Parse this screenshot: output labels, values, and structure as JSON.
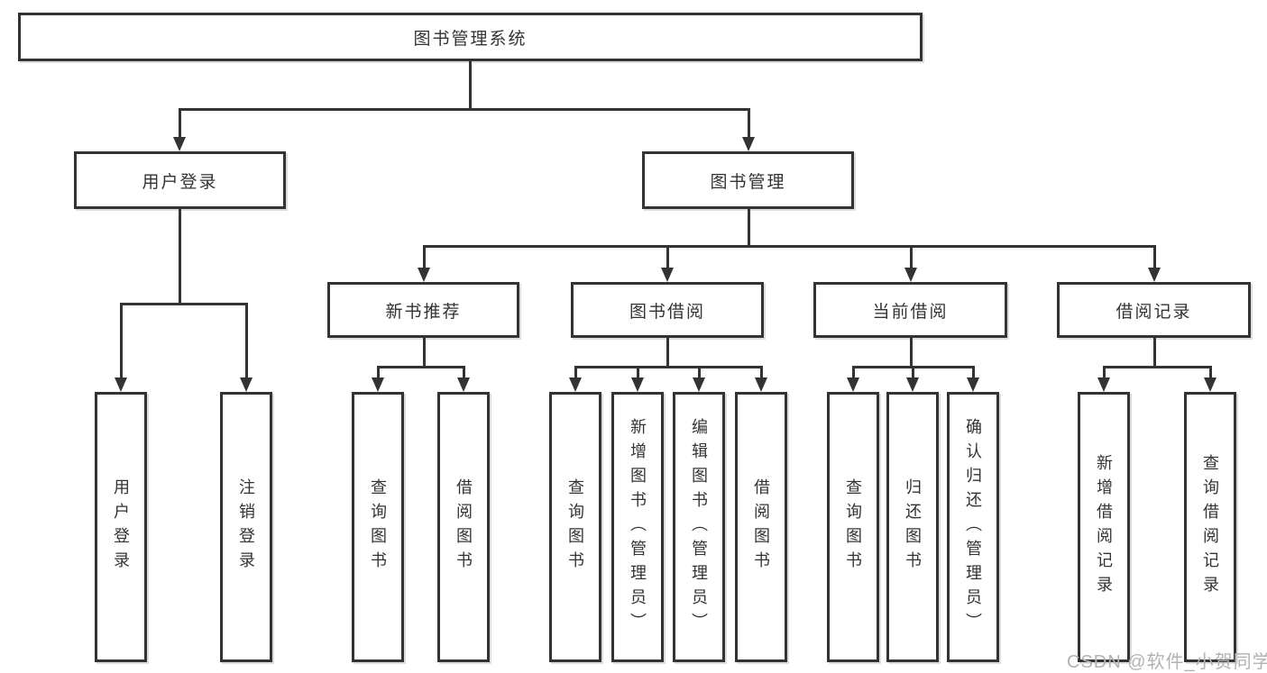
{
  "colors": {
    "line": "#333333",
    "text": "#333333",
    "watermark": "#b2b2b2",
    "box_fill": "#ffffff"
  },
  "watermark": "CSDN @软件_小贺同学",
  "tree": {
    "label": "图书管理系统",
    "children": [
      {
        "label": "用户登录",
        "children": [
          {
            "label": "用户登录"
          },
          {
            "label": "注销登录"
          }
        ]
      },
      {
        "label": "图书管理",
        "children": [
          {
            "label": "新书推荐",
            "children": [
              {
                "label": "查询图书"
              },
              {
                "label": "借阅图书"
              }
            ]
          },
          {
            "label": "图书借阅",
            "children": [
              {
                "label": "查询图书"
              },
              {
                "label": "新增图书（管理员）"
              },
              {
                "label": "编辑图书（管理员）"
              },
              {
                "label": "借阅图书"
              }
            ]
          },
          {
            "label": "当前借阅",
            "children": [
              {
                "label": "查询图书"
              },
              {
                "label": "归还图书"
              },
              {
                "label": "确认归还（管理员）"
              }
            ]
          },
          {
            "label": "借阅记录",
            "children": [
              {
                "label": "新增借阅记录"
              },
              {
                "label": "查询借阅记录"
              }
            ]
          }
        ]
      }
    ]
  }
}
